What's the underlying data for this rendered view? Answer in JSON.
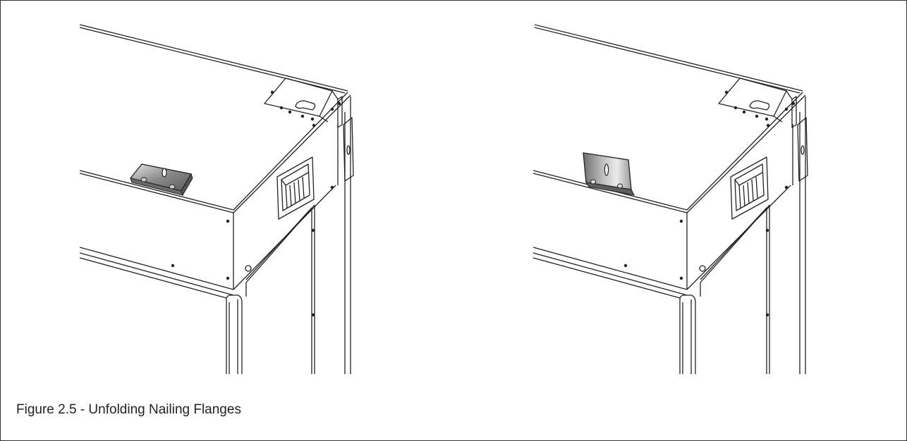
{
  "figure": {
    "caption": "Figure 2.5 - Unfolding Nailing Flanges",
    "panels": [
      {
        "state": "flange-folded-flat"
      },
      {
        "state": "flange-unfolded-upright"
      }
    ]
  },
  "colors": {
    "line": "#222222",
    "flange_fill_dark": "#7a7a7a",
    "flange_fill_light": "#d8d8d8",
    "border": "#333333"
  }
}
